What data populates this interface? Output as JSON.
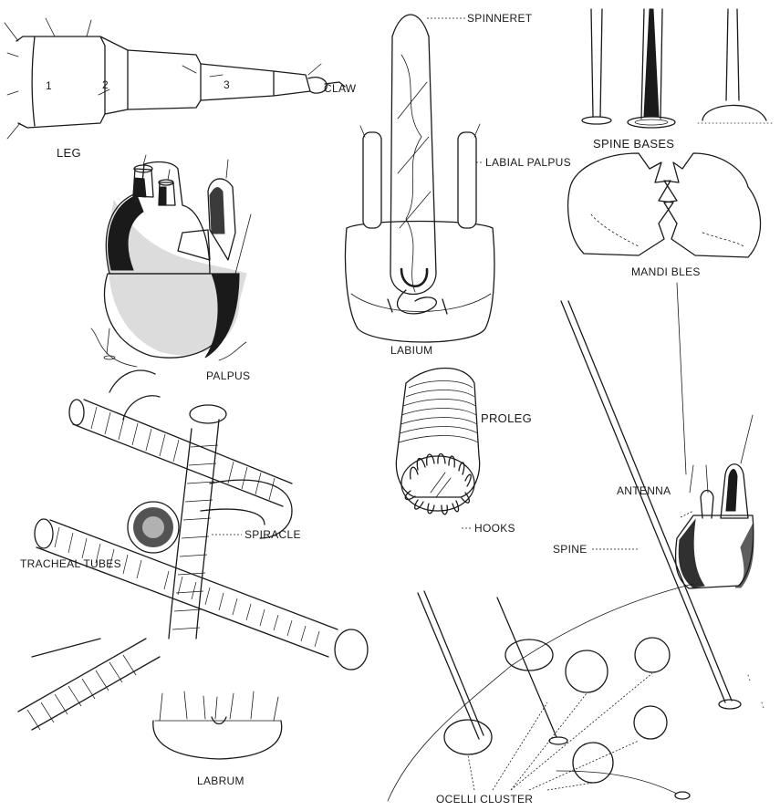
{
  "plate": {
    "labels": {
      "leg": "LEG",
      "claw": "CLAW",
      "spinneret": "SPINNERET",
      "labial_palpus": "LABIAL PALPUS",
      "spine_bases": "SPINE BASES",
      "mandibles": "MANDI BLES",
      "palpus": "PALPUS",
      "labium": "LABIUM",
      "proleg": "PROLEG",
      "hooks": "HOOKS",
      "antenna": "ANTENNA",
      "spine": "SPINE",
      "spiracle": "SPIRACLE",
      "tracheal_tubes": "TRACHEAL TUBES",
      "labrum": "LABRUM",
      "ocelli_cluster": "OCELLI CLUSTER"
    },
    "leg_segment_numbers": [
      "1",
      "2",
      "3"
    ],
    "ink_color": "#1a1a1a",
    "paper_color": "#ffffff"
  }
}
